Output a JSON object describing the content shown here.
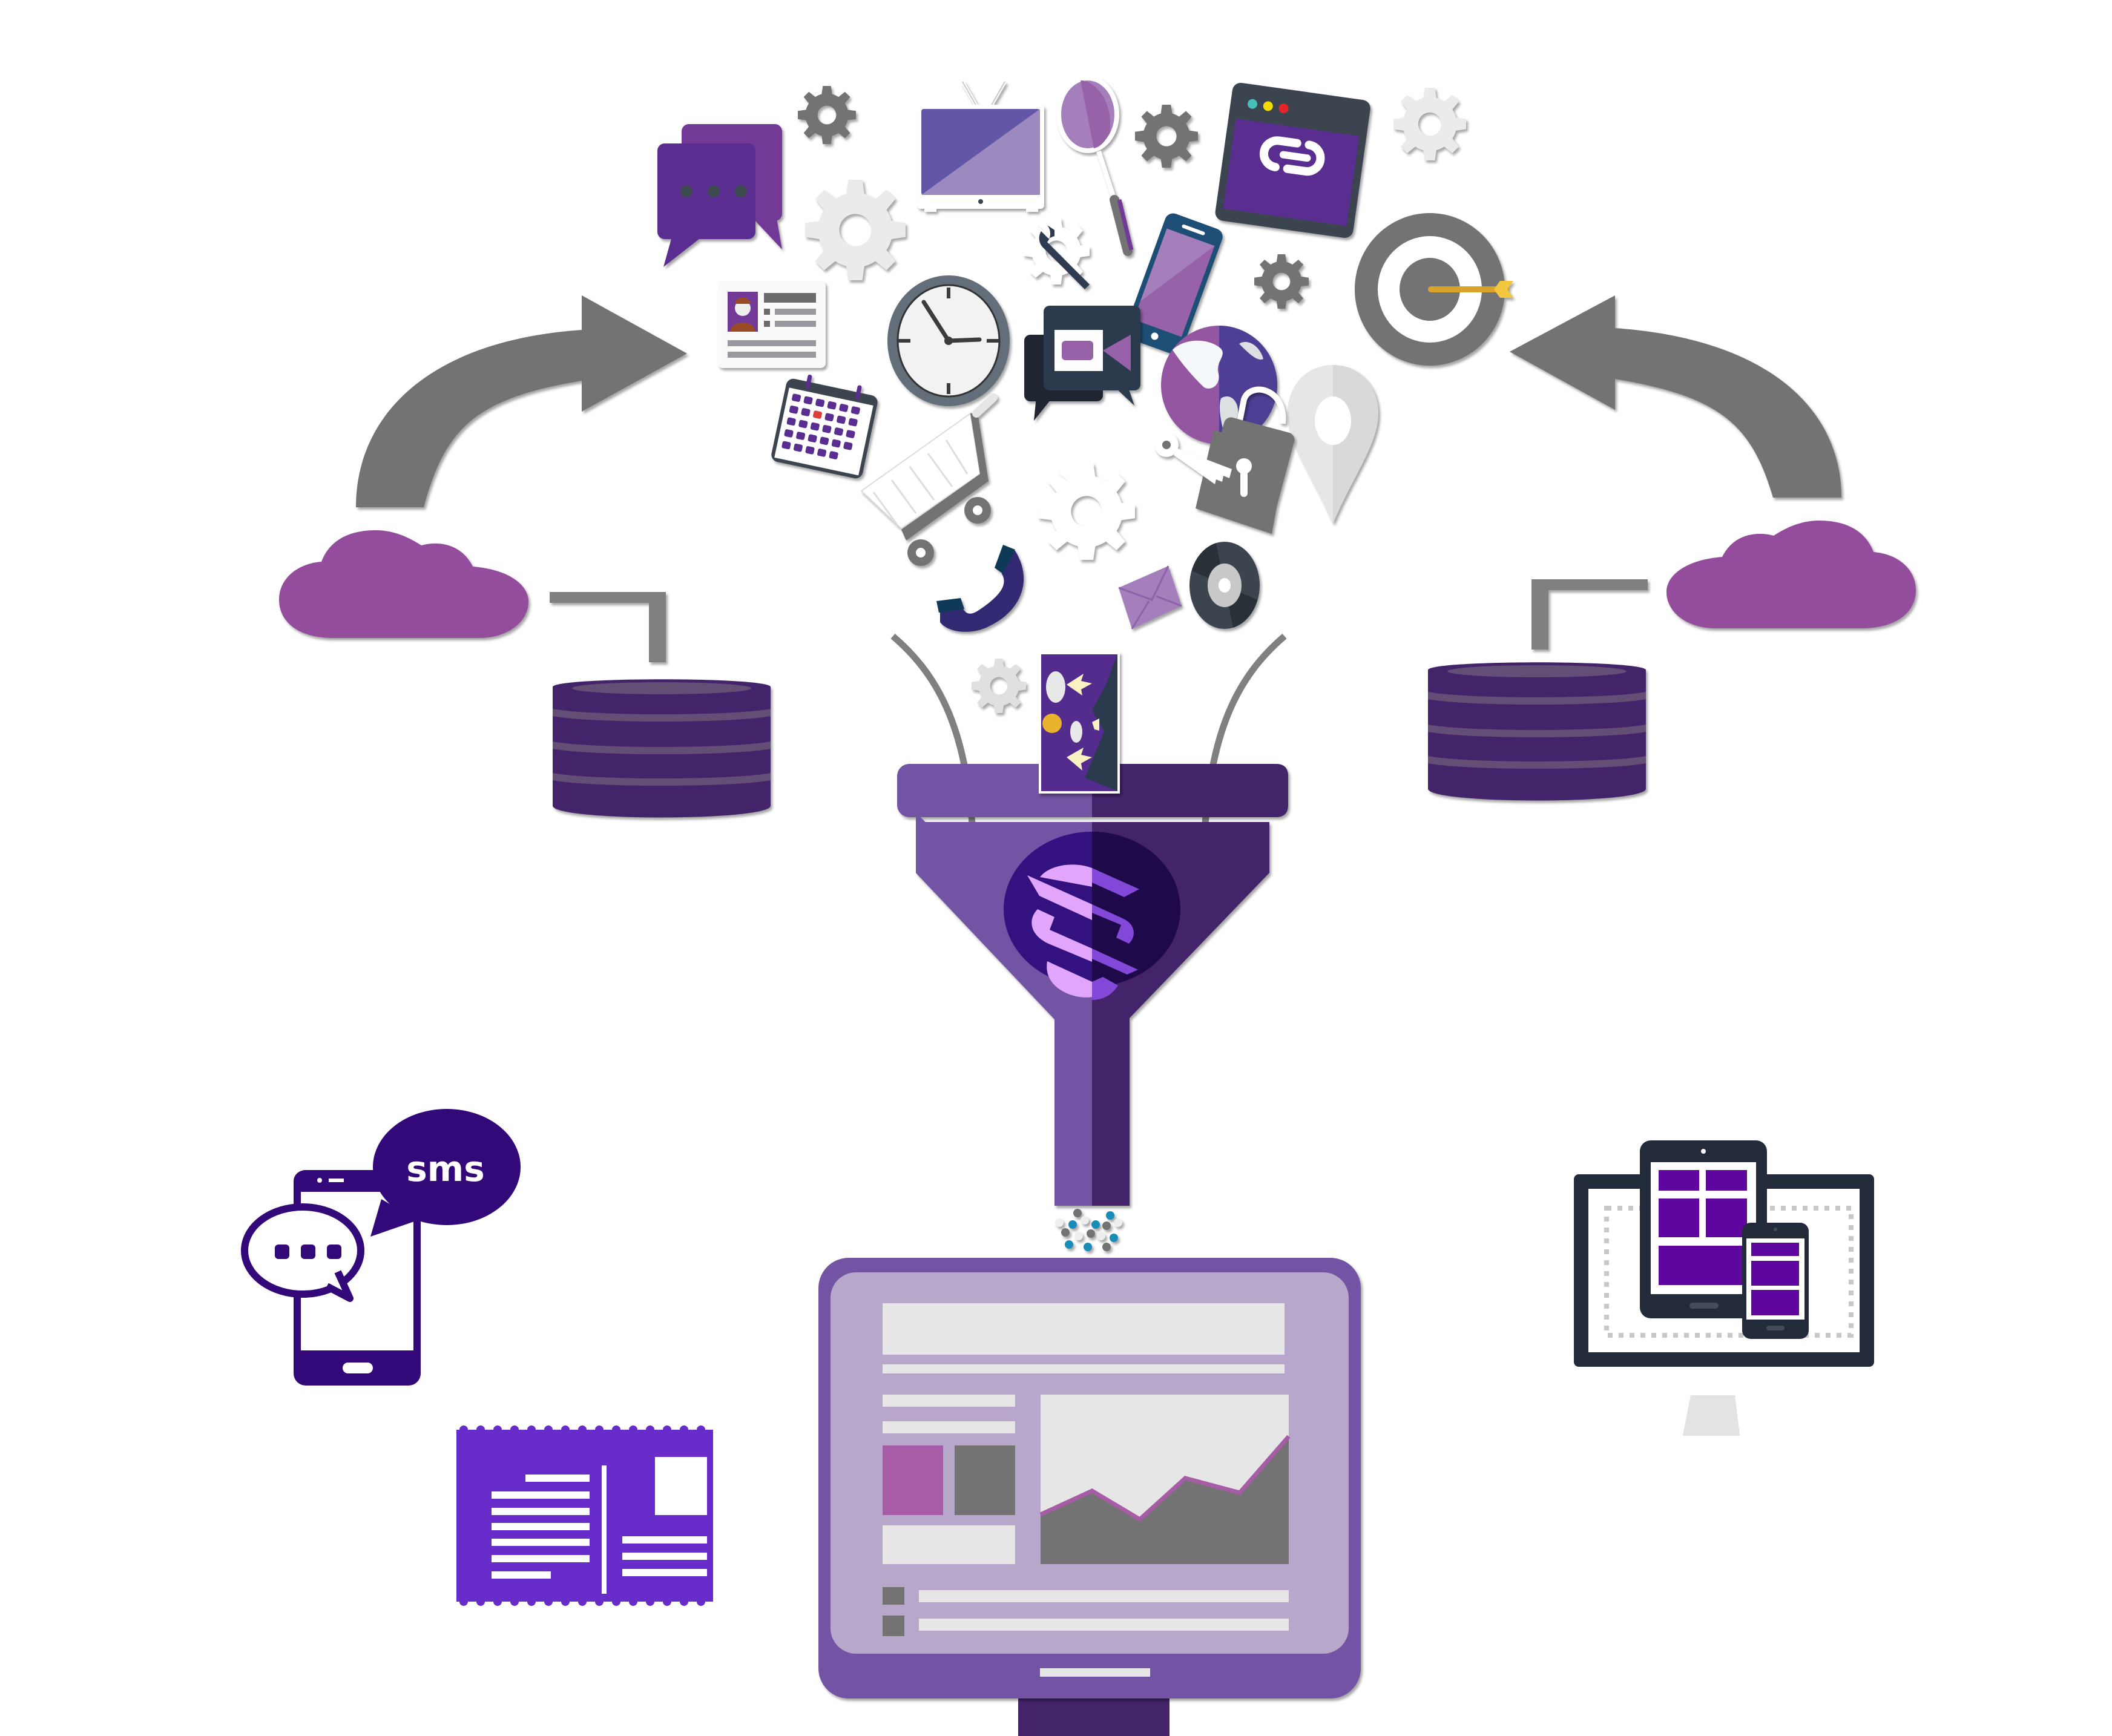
{
  "diagram": {
    "title": "Data funnel: sources flow into a funnel and out to channels",
    "colors": {
      "arrow_gray": "#737373",
      "connector_gray": "#808080",
      "cloud_purple": "#944C9C",
      "database_purple": "#43246B",
      "database_stripe": "#634F75",
      "funnel_light": "#7354A4",
      "funnel_dark": "#43246B",
      "logo_circle": "#331280",
      "logo_circle_dark": "#1E0A4A",
      "logo_light": "#E1A6FC",
      "logo_dark": "#8348D8",
      "monitor_frame": "#7354A4",
      "monitor_screen": "#B7A7CB",
      "monitor_panel": "#E6E6E6",
      "chart_accent": "#A65DA5",
      "chart_fill": "#737373",
      "sms_purple": "#33097A",
      "postcard_purple": "#672CC9",
      "device_dark": "#232B3A",
      "device_purple": "#5E069E",
      "target_arrow": "#D9A32A"
    },
    "sms_icon": {
      "label": "sms"
    },
    "left_flow": {
      "arrow": "curved-arrow-right",
      "cloud": "cloud-icon",
      "database": "database-icon"
    },
    "right_flow": {
      "arrow": "curved-arrow-left",
      "cloud": "cloud-icon",
      "database": "database-icon"
    },
    "funnel": {
      "logo": "S-logo"
    },
    "output_channels": [
      "sms-phone",
      "postcard",
      "dashboard-monitor",
      "responsive-devices"
    ],
    "input_icons": [
      "chat-bubbles-icon",
      "gear-icon",
      "tv-icon",
      "magnifier-icon",
      "gear-icon",
      "browser-link-icon",
      "gear-icon",
      "gear-icon",
      "contact-card-icon",
      "clock-icon",
      "wrench-gear-icon",
      "smartphone-icon",
      "gear-icon",
      "target-icon",
      "calendar-icon",
      "video-chat-icon",
      "globe-icon",
      "location-pin-icon",
      "shopping-cart-icon",
      "gear-icon",
      "lock-key-icon",
      "telephone-icon",
      "envelope-icon",
      "disc-icon",
      "gear-icon",
      "picture-icon"
    ]
  }
}
